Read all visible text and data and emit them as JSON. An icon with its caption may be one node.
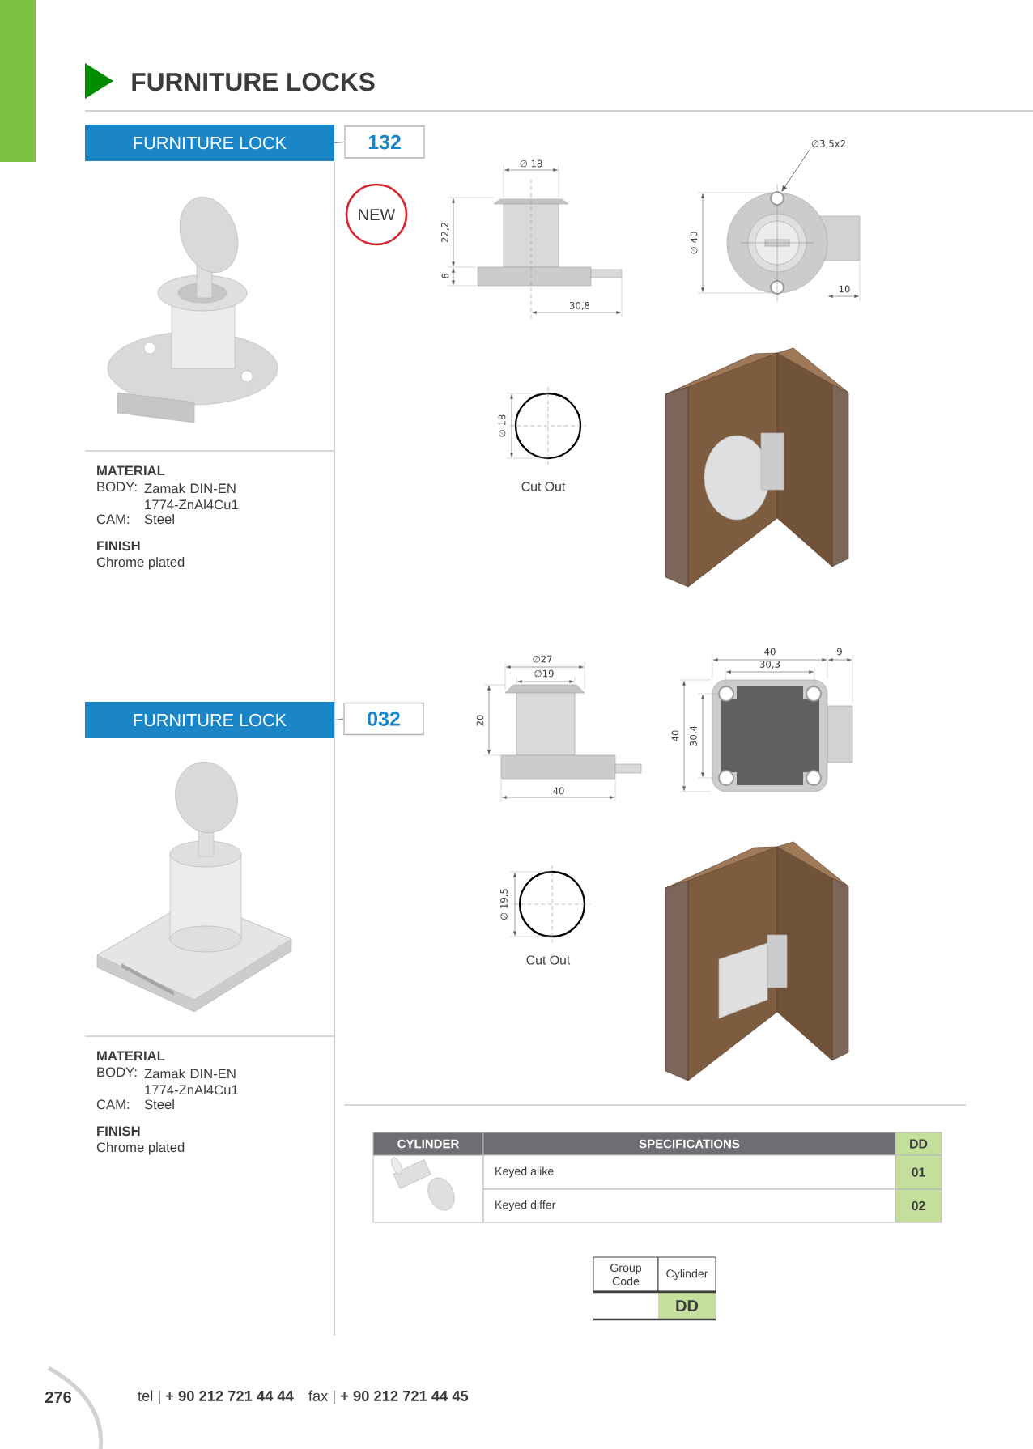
{
  "diagram": {
    "title": "FURNITURE LOCKS",
    "nodes": [
      {
        "text": [
          "FURNITURE LOCK"
        ]
      },
      {
        "text": [
          "132"
        ]
      },
      {
        "text": [
          "NEW"
        ]
      },
      {
        "text": [
          "∅3,5x2"
        ]
      },
      {
        "text": [
          "FURNITURE LOCK"
        ]
      },
      {
        "text": [
          "032"
        ]
      },
      {
        "text": [],
        "shape": "bar"
      },
      {
        "text": [],
        "shape": "circle"
      }
    ],
    "edges": [
      {
        "from": 0,
        "to": 1,
        "arrow": "none"
      },
      {
        "from": 3,
        "to": 7,
        "arrow": "to"
      },
      {
        "from": 4,
        "to": 5,
        "arrow": "none"
      }
    ],
    "labels": [
      "∅ 18",
      "22,2",
      "6",
      "30,8",
      "∅ 40",
      "10",
      "MATERIAL",
      "BODY:",
      "Zamak DIN-EN 1774-ZnAl4Cu1",
      "CAM:",
      "Steel",
      "FINISH",
      "Chrome plated",
      "∅ 18",
      "Cut Out",
      "40",
      "9",
      "∅27",
      "30,3",
      "∅19",
      "20",
      "40",
      "30,4",
      "40",
      "∅ 19,5",
      "Cut Out",
      "MATERIAL",
      "BODY:",
      "Zamak DIN-EN 1774-ZnAl4Cu1",
      "CAM:",
      "Steel",
      "FINISH",
      "Chrome plated",
      "CYLINDER",
      "SPECIFICATIONS",
      "DD",
      "Keyed alike",
      "01",
      "Keyed differ",
      "02",
      "Group Code",
      "Cylinder",
      "DD",
      "276",
      "tel | **+ 90 212 721 44 44**",
      "fax | **+ 90 212 721 44 45**"
    ]
  }
}
